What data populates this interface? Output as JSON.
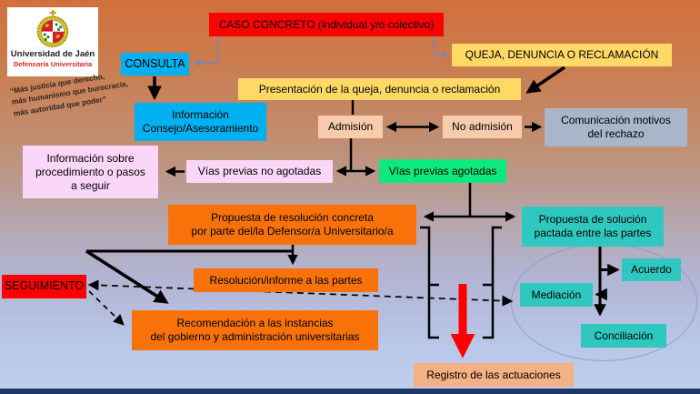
{
  "slide": {
    "logo": {
      "university": "Universidad de Jaén",
      "unit": "Defensoría Universitaria"
    },
    "quote": "“Más justicia que derecho,\nmás humanismo que burocracia,\nmás autoridad que poder”"
  },
  "nodes": {
    "caso": "CASO CONCRETO (individual y/o colectivo)",
    "consulta": "CONSULTA",
    "queja": "QUEJA, DENUNCIA O RECLAMACIÓN",
    "presentacion": "Presentación de la queja, denuncia o reclamación",
    "informacion_consejo": "Información\nConsejo/Asesoramiento",
    "admision": "Admisión",
    "no_admision": "No admisión",
    "comunicacion": "Comunicación motivos\ndel rechazo",
    "info_procedimiento": "Información sobre\nprocedimiento o pasos\na seguir",
    "vias_no_agotadas": "Vías previas no agotadas",
    "vias_agotadas": "Vías previas agotadas",
    "propuesta_resolucion": "Propuesta de resolución concreta\npor parte del/la Defensor/a Universitario/a",
    "propuesta_solucion": "Propuesta de solución\npactada entre las partes",
    "resolucion_informe": "Resolución/informe a las partes",
    "seguimiento": "SEGUIMIENTO",
    "recomendacion": "Recomendación a las instancias\ndel gobierno y administración universitarias",
    "acuerdo": "Acuerdo",
    "mediacion": "Mediación",
    "conciliacion": "Conciliación",
    "registro": "Registro de las actuaciones"
  },
  "colors": {
    "red": "#fe0000",
    "blue": "#00b0f0",
    "yellow": "#ffd966",
    "peach": "#f8cbad",
    "gray_blue": "#a9b5c9",
    "pink": "#fad7f8",
    "green": "#0de97f",
    "orange": "#f87209",
    "teal": "#2fc8c0",
    "salmon": "#f4b183",
    "footer_bar": "#1f3864",
    "connector_blue": "#7b83b8",
    "background_top": "#d2703a",
    "background_bottom": "#bfd0ee"
  }
}
